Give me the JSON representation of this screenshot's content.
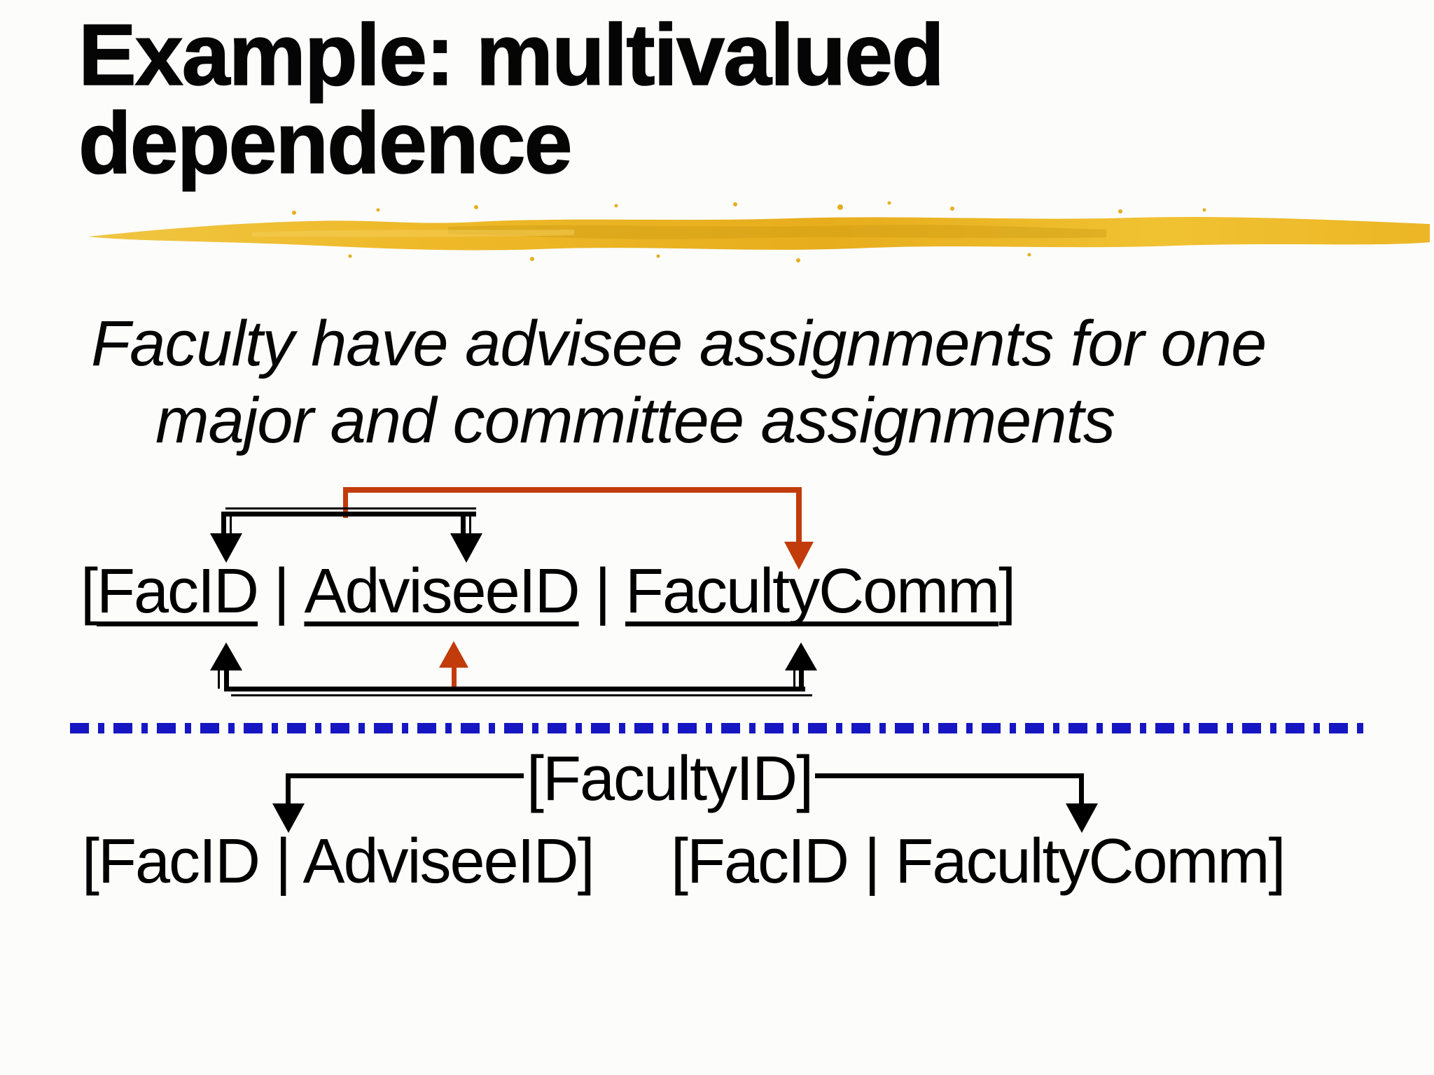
{
  "slide": {
    "title": {
      "line1": "Example: multivalued",
      "line2": "dependence"
    },
    "subtitle": {
      "line1": "Faculty have advisee assignments for one",
      "line2": "major and committee assignments"
    },
    "relation_top": {
      "open_bracket": "[",
      "attr1": "FacID",
      "attr2": "AdviseeID",
      "attr3": "FacultyComm",
      "separator": "|",
      "close_bracket": "]"
    },
    "determinant_label": "[FacultyID]",
    "relation_bottom_left": "[FacID | AdviseeID]",
    "relation_bottom_right": "[FacID | FacultyComm]",
    "colors": {
      "arrow_red": "#c23b0b",
      "divider_blue": "#1616c2",
      "brush_gold": "#eeb929",
      "text_black": "#000000"
    }
  }
}
